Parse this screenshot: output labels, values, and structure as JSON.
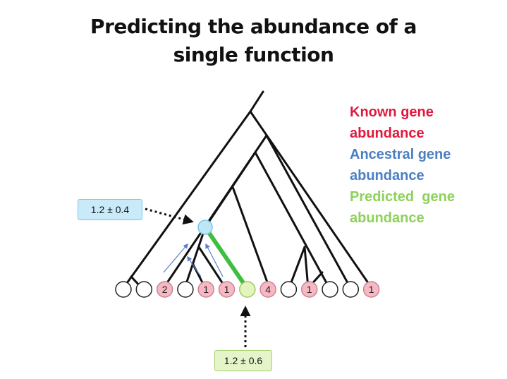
{
  "title": {
    "line1": "Predicting the abundance of a",
    "line2": "single function"
  },
  "legend": {
    "known": [
      "Known gene",
      "abundance"
    ],
    "ancestral": [
      "Ancestral gene",
      "abundance"
    ],
    "predicted": [
      "Predicted  gene",
      "abundance"
    ]
  },
  "callouts": {
    "ancestral_value": "1.2 ± 0.4",
    "predicted_value": "1.2 ± 0.6"
  },
  "leaves": [
    {
      "label": "",
      "status": "unknown"
    },
    {
      "label": "",
      "status": "unknown"
    },
    {
      "label": "2",
      "status": "known"
    },
    {
      "label": "",
      "status": "unknown"
    },
    {
      "label": "1",
      "status": "known"
    },
    {
      "label": "1",
      "status": "known"
    },
    {
      "label": "",
      "status": "predicted"
    },
    {
      "label": "4",
      "status": "known"
    },
    {
      "label": "",
      "status": "unknown"
    },
    {
      "label": "1",
      "status": "known"
    },
    {
      "label": "",
      "status": "unknown"
    },
    {
      "label": "",
      "status": "unknown"
    },
    {
      "label": "1",
      "status": "known"
    }
  ],
  "colors": {
    "known": "#f6b9c4",
    "unknown": "#ffffff",
    "predicted": "#e3f5bf",
    "ancestral_node": "#bfe6f5",
    "predicted_branch": "#3fbf3f",
    "arrows": "#5a7fc9"
  }
}
